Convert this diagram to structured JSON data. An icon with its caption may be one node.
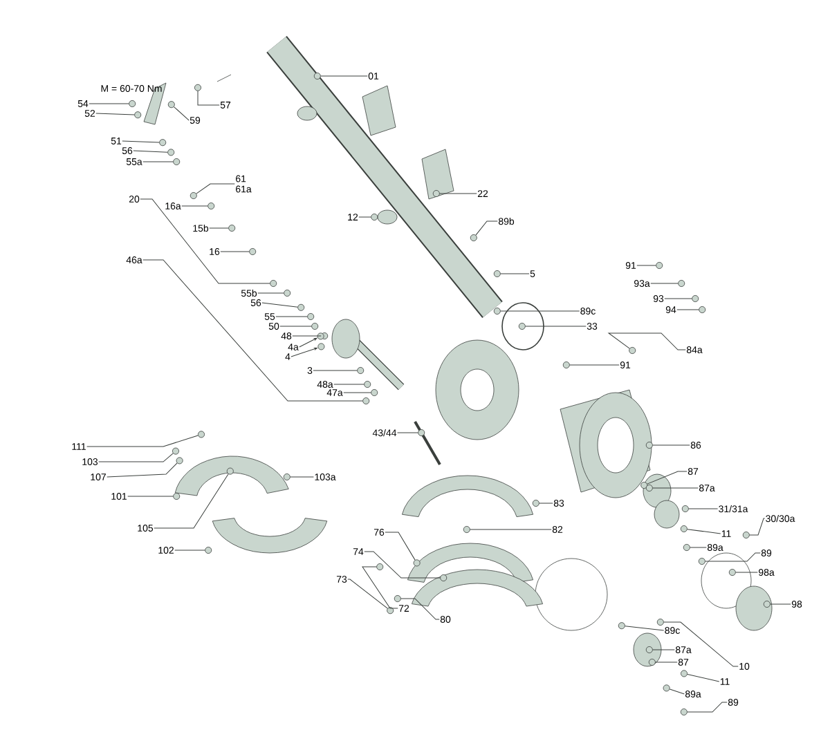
{
  "diagram": {
    "nodes": [
      {
        "text": [
          "01"
        ]
      },
      {
        "text": [
          "54"
        ]
      },
      {
        "text": [
          "52"
        ]
      },
      {
        "text": [
          "57"
        ]
      },
      {
        "text": [
          "59"
        ]
      },
      {
        "text": [
          "51"
        ]
      },
      {
        "text": [
          "56"
        ]
      },
      {
        "text": [
          "55a"
        ]
      },
      {
        "text": [
          "61",
          "61a"
        ]
      },
      {
        "text": [
          "16a"
        ]
      },
      {
        "text": [
          "20"
        ]
      },
      {
        "text": [
          "12"
        ]
      },
      {
        "text": [
          "15b"
        ]
      },
      {
        "text": [
          "16"
        ]
      },
      {
        "text": [
          "46a"
        ]
      },
      {
        "text": [
          "55b"
        ]
      },
      {
        "text": [
          "56"
        ]
      },
      {
        "text": [
          "55"
        ]
      },
      {
        "text": [
          "50"
        ]
      },
      {
        "text": [
          "48"
        ]
      },
      {
        "text": [
          "4a"
        ]
      },
      {
        "text": [
          "4"
        ]
      },
      {
        "text": [
          "3"
        ]
      },
      {
        "text": [
          "48a"
        ]
      },
      {
        "text": [
          "47a"
        ]
      },
      {
        "text": [
          "22"
        ]
      },
      {
        "text": [
          "89b"
        ]
      },
      {
        "text": [
          "5"
        ]
      },
      {
        "text": [
          "91"
        ]
      },
      {
        "text": [
          "93a"
        ]
      },
      {
        "text": [
          "93"
        ]
      },
      {
        "text": [
          "94"
        ]
      },
      {
        "text": [
          "89c"
        ]
      },
      {
        "text": [
          "33"
        ]
      },
      {
        "text": [
          "91"
        ]
      },
      {
        "text": [
          "84a"
        ]
      },
      {
        "text": [
          "43/44"
        ]
      },
      {
        "text": [
          "86"
        ]
      },
      {
        "text": [
          "87"
        ]
      },
      {
        "text": [
          "87a"
        ]
      },
      {
        "text": [
          "31/31a"
        ]
      },
      {
        "text": [
          "30/30a"
        ]
      },
      {
        "text": [
          "11"
        ]
      },
      {
        "text": [
          "89a"
        ]
      },
      {
        "text": [
          "89"
        ]
      },
      {
        "text": [
          "98a"
        ]
      },
      {
        "text": [
          "98"
        ]
      },
      {
        "text": [
          "83"
        ]
      },
      {
        "text": [
          "82"
        ]
      },
      {
        "text": [
          "111"
        ]
      },
      {
        "text": [
          "103"
        ]
      },
      {
        "text": [
          "107"
        ]
      },
      {
        "text": [
          "101"
        ]
      },
      {
        "text": [
          "105"
        ]
      },
      {
        "text": [
          "103a"
        ]
      },
      {
        "text": [
          "102"
        ]
      },
      {
        "text": [
          "76"
        ]
      },
      {
        "text": [
          "74"
        ]
      },
      {
        "text": [
          "73"
        ]
      },
      {
        "text": [
          "72"
        ]
      },
      {
        "text": [
          "80"
        ]
      },
      {
        "text": [
          "89c"
        ]
      },
      {
        "text": [
          "87a"
        ]
      },
      {
        "text": [
          "87"
        ]
      },
      {
        "text": [
          "10"
        ]
      },
      {
        "text": [
          "11"
        ]
      },
      {
        "text": [
          "89a"
        ]
      },
      {
        "text": [
          "89"
        ]
      },
      {
        "text": [],
        "shape": "circle"
      },
      {
        "text": [],
        "shape": "circle"
      },
      {
        "text": [],
        "shape": "circle"
      },
      {
        "text": [],
        "shape": "circle"
      },
      {
        "text": [],
        "shape": "circle"
      },
      {
        "text": [],
        "shape": "circle"
      },
      {
        "text": [],
        "shape": "circle"
      },
      {
        "text": [],
        "shape": "circle"
      },
      {
        "text": [],
        "shape": "circle"
      },
      {
        "text": [],
        "shape": "circle"
      },
      {
        "text": [],
        "shape": "circle"
      },
      {
        "text": [],
        "shape": "circle"
      },
      {
        "text": [],
        "shape": "circle"
      },
      {
        "text": [],
        "shape": "circle"
      },
      {
        "text": [],
        "shape": "circle"
      },
      {
        "text": [],
        "shape": "circle"
      },
      {
        "text": [],
        "shape": "circle"
      },
      {
        "text": [],
        "shape": "circle"
      },
      {
        "text": [],
        "shape": "circle"
      },
      {
        "text": [],
        "shape": "circle"
      },
      {
        "text": [],
        "shape": "circle"
      },
      {
        "text": [],
        "shape": "circle"
      },
      {
        "text": [],
        "shape": "circle"
      },
      {
        "text": [],
        "shape": "circle"
      },
      {
        "text": [],
        "shape": "circle"
      },
      {
        "text": [],
        "shape": "circle"
      },
      {
        "text": [],
        "shape": "circle"
      },
      {
        "text": [],
        "shape": "circle"
      },
      {
        "text": [],
        "shape": "circle"
      },
      {
        "text": [],
        "shape": "circle"
      },
      {
        "text": [],
        "shape": "circle"
      },
      {
        "text": [],
        "shape": "circle"
      },
      {
        "text": [],
        "shape": "circle"
      },
      {
        "text": [],
        "shape": "circle"
      },
      {
        "text": [],
        "shape": "circle"
      },
      {
        "text": [],
        "shape": "circle"
      },
      {
        "text": [],
        "shape": "circle"
      },
      {
        "text": [],
        "shape": "circle"
      },
      {
        "text": [],
        "shape": "circle"
      },
      {
        "text": [],
        "shape": "circle"
      },
      {
        "text": [],
        "shape": "circle"
      },
      {
        "text": [],
        "shape": "circle"
      },
      {
        "text": [],
        "shape": "circle"
      },
      {
        "text": [],
        "shape": "circle"
      },
      {
        "text": [],
        "shape": "circle"
      },
      {
        "text": [],
        "shape": "circle"
      },
      {
        "text": [],
        "shape": "circle"
      },
      {
        "text": [],
        "shape": "circle"
      },
      {
        "text": [],
        "shape": "circle"
      },
      {
        "text": [],
        "shape": "circle"
      },
      {
        "text": [],
        "shape": "circle"
      },
      {
        "text": [],
        "shape": "circle"
      },
      {
        "text": [],
        "shape": "circle"
      },
      {
        "text": [],
        "shape": "circle"
      },
      {
        "text": [],
        "shape": "circle"
      },
      {
        "text": [],
        "shape": "circle"
      },
      {
        "text": [],
        "shape": "circle"
      },
      {
        "text": [],
        "shape": "circle"
      },
      {
        "text": [],
        "shape": "circle"
      },
      {
        "text": [],
        "shape": "circle"
      },
      {
        "text": [],
        "shape": "circle"
      },
      {
        "text": [],
        "shape": "circle"
      },
      {
        "text": [],
        "shape": "circle"
      },
      {
        "text": [],
        "shape": "circle"
      },
      {
        "text": [],
        "shape": "circle"
      },
      {
        "text": [],
        "shape": "circle"
      },
      {
        "text": [],
        "shape": "circle"
      },
      {
        "text": [],
        "shape": "circle"
      }
    ],
    "edges": [
      {
        "from": 0,
        "to": 68,
        "arrow": "none"
      },
      {
        "from": 1,
        "to": 69,
        "arrow": "none"
      },
      {
        "from": 2,
        "to": 70,
        "arrow": "none"
      },
      {
        "from": 3,
        "to": 71,
        "arrow": "none"
      },
      {
        "from": 4,
        "to": 72,
        "arrow": "none"
      },
      {
        "from": 5,
        "to": 73,
        "arrow": "none"
      },
      {
        "from": 6,
        "to": 74,
        "arrow": "none"
      },
      {
        "from": 7,
        "to": 75,
        "arrow": "none"
      },
      {
        "from": 8,
        "to": 76,
        "arrow": "none"
      },
      {
        "from": 9,
        "to": 77,
        "arrow": "none"
      },
      {
        "from": 10,
        "to": 78,
        "arrow": "none"
      },
      {
        "from": 11,
        "to": 79,
        "arrow": "none"
      },
      {
        "from": 12,
        "to": 80,
        "arrow": "none"
      },
      {
        "from": 13,
        "to": 81,
        "arrow": "none"
      },
      {
        "from": 14,
        "to": 82,
        "arrow": "none"
      },
      {
        "from": 15,
        "to": 83,
        "arrow": "none"
      },
      {
        "from": 16,
        "to": 84,
        "arrow": "none"
      },
      {
        "from": 17,
        "to": 85,
        "arrow": "none"
      },
      {
        "from": 18,
        "to": 86,
        "arrow": "none"
      },
      {
        "from": 19,
        "to": 87,
        "arrow": "none"
      },
      {
        "from": 20,
        "to": 88,
        "arrow": "to"
      },
      {
        "from": 21,
        "to": 89,
        "arrow": "to"
      },
      {
        "from": 22,
        "to": 90,
        "arrow": "none"
      },
      {
        "from": 23,
        "to": 91,
        "arrow": "none"
      },
      {
        "from": 24,
        "to": 92,
        "arrow": "none"
      },
      {
        "from": 25,
        "to": 93,
        "arrow": "none"
      },
      {
        "from": 26,
        "to": 94,
        "arrow": "none"
      },
      {
        "from": 27,
        "to": 95,
        "arrow": "none"
      },
      {
        "from": 28,
        "to": 96,
        "arrow": "none"
      },
      {
        "from": 29,
        "to": 97,
        "arrow": "none"
      },
      {
        "from": 30,
        "to": 98,
        "arrow": "none"
      },
      {
        "from": 31,
        "to": 99,
        "arrow": "none"
      },
      {
        "from": 32,
        "to": 100,
        "arrow": "none"
      },
      {
        "from": 33,
        "to": 101,
        "arrow": "none"
      },
      {
        "from": 34,
        "to": 102,
        "arrow": "none"
      },
      {
        "from": 35,
        "to": 103,
        "arrow": "none"
      },
      {
        "from": 36,
        "to": 104,
        "arrow": "none"
      },
      {
        "from": 37,
        "to": 105,
        "arrow": "none"
      },
      {
        "from": 38,
        "to": 106,
        "arrow": "none"
      },
      {
        "from": 39,
        "to": 107,
        "arrow": "none"
      },
      {
        "from": 40,
        "to": 108,
        "arrow": "none"
      },
      {
        "from": 41,
        "to": 109,
        "arrow": "none"
      },
      {
        "from": 42,
        "to": 110,
        "arrow": "none"
      },
      {
        "from": 43,
        "to": 111,
        "arrow": "none"
      },
      {
        "from": 44,
        "to": 112,
        "arrow": "none"
      },
      {
        "from": 45,
        "to": 113,
        "arrow": "none"
      },
      {
        "from": 46,
        "to": 114,
        "arrow": "none"
      },
      {
        "from": 47,
        "to": 115,
        "arrow": "none"
      },
      {
        "from": 48,
        "to": 116,
        "arrow": "none"
      },
      {
        "from": 49,
        "to": 117,
        "arrow": "none"
      },
      {
        "from": 50,
        "to": 118,
        "arrow": "none"
      },
      {
        "from": 51,
        "to": 119,
        "arrow": "none"
      },
      {
        "from": 52,
        "to": 120,
        "arrow": "none"
      },
      {
        "from": 53,
        "to": 121,
        "arrow": "none"
      },
      {
        "from": 54,
        "to": 122,
        "arrow": "none"
      },
      {
        "from": 55,
        "to": 123,
        "arrow": "none"
      },
      {
        "from": 56,
        "to": 124,
        "arrow": "none"
      },
      {
        "from": 57,
        "to": 125,
        "arrow": "none"
      },
      {
        "from": 58,
        "to": 126,
        "arrow": "none"
      },
      {
        "from": 59,
        "to": 127,
        "arrow": "none"
      },
      {
        "from": 60,
        "to": 128,
        "arrow": "none"
      },
      {
        "from": 61,
        "to": 129,
        "arrow": "none"
      },
      {
        "from": 62,
        "to": 130,
        "arrow": "none"
      },
      {
        "from": 63,
        "to": 131,
        "arrow": "none"
      },
      {
        "from": 64,
        "to": 132,
        "arrow": "none"
      },
      {
        "from": 65,
        "to": 133,
        "arrow": "none"
      },
      {
        "from": 66,
        "to": 134,
        "arrow": "none"
      },
      {
        "from": 67,
        "to": 135,
        "arrow": "none"
      }
    ],
    "labels": [
      "M = 60-70 Nm"
    ]
  }
}
